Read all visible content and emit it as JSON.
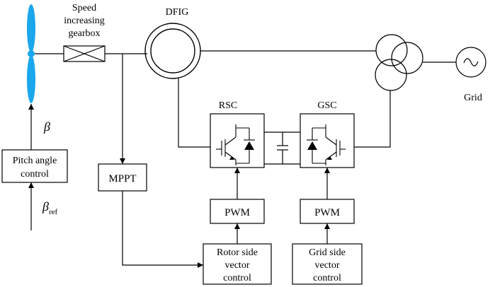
{
  "labels": {
    "gearbox_line1": "Speed",
    "gearbox_line2": "increasing",
    "gearbox_line3": "gearbox",
    "dfig": "DFIG",
    "rsc": "RSC",
    "gsc": "GSC",
    "grid": "Grid",
    "beta": "β",
    "beta_ref_main": "β",
    "beta_ref_sub": "ref",
    "pitch_line1": "Pitch angle",
    "pitch_line2": "control",
    "mppt": "MPPT",
    "pwm_rsc": "PWM",
    "pwm_gsc": "PWM",
    "rotor_line1": "Rotor side",
    "rotor_line2": "vector",
    "rotor_line3": "control",
    "grid_side_line1": "Grid side",
    "grid_side_line2": "vector",
    "grid_side_line3": "control"
  },
  "colors": {
    "blade": "#1aa7ec",
    "line": "#000000"
  }
}
